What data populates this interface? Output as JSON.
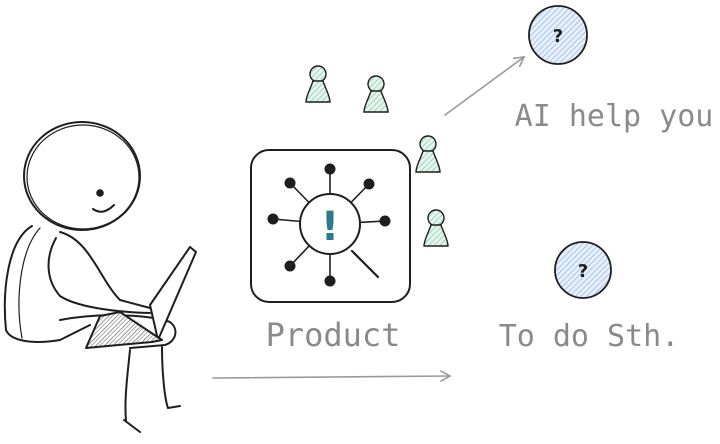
{
  "labels": {
    "product": "Product",
    "ai_help": "AI help you",
    "to_do": "To do Sth.",
    "unknown_mark": "?",
    "alert_mark": "!"
  },
  "icons": {
    "person": "person-with-laptop-icon",
    "product": "network-hub-icon",
    "users": "user-pawn-icon",
    "unknown": "question-circle-icon"
  },
  "colors": {
    "stroke": "#1e1e1e",
    "label": "#8a8a8a",
    "pawn_fill": "#b2e0cc",
    "bubble_fill": "#a5c8f0",
    "alert": "#2b7a8c",
    "arrow": "#9a9a9a"
  }
}
